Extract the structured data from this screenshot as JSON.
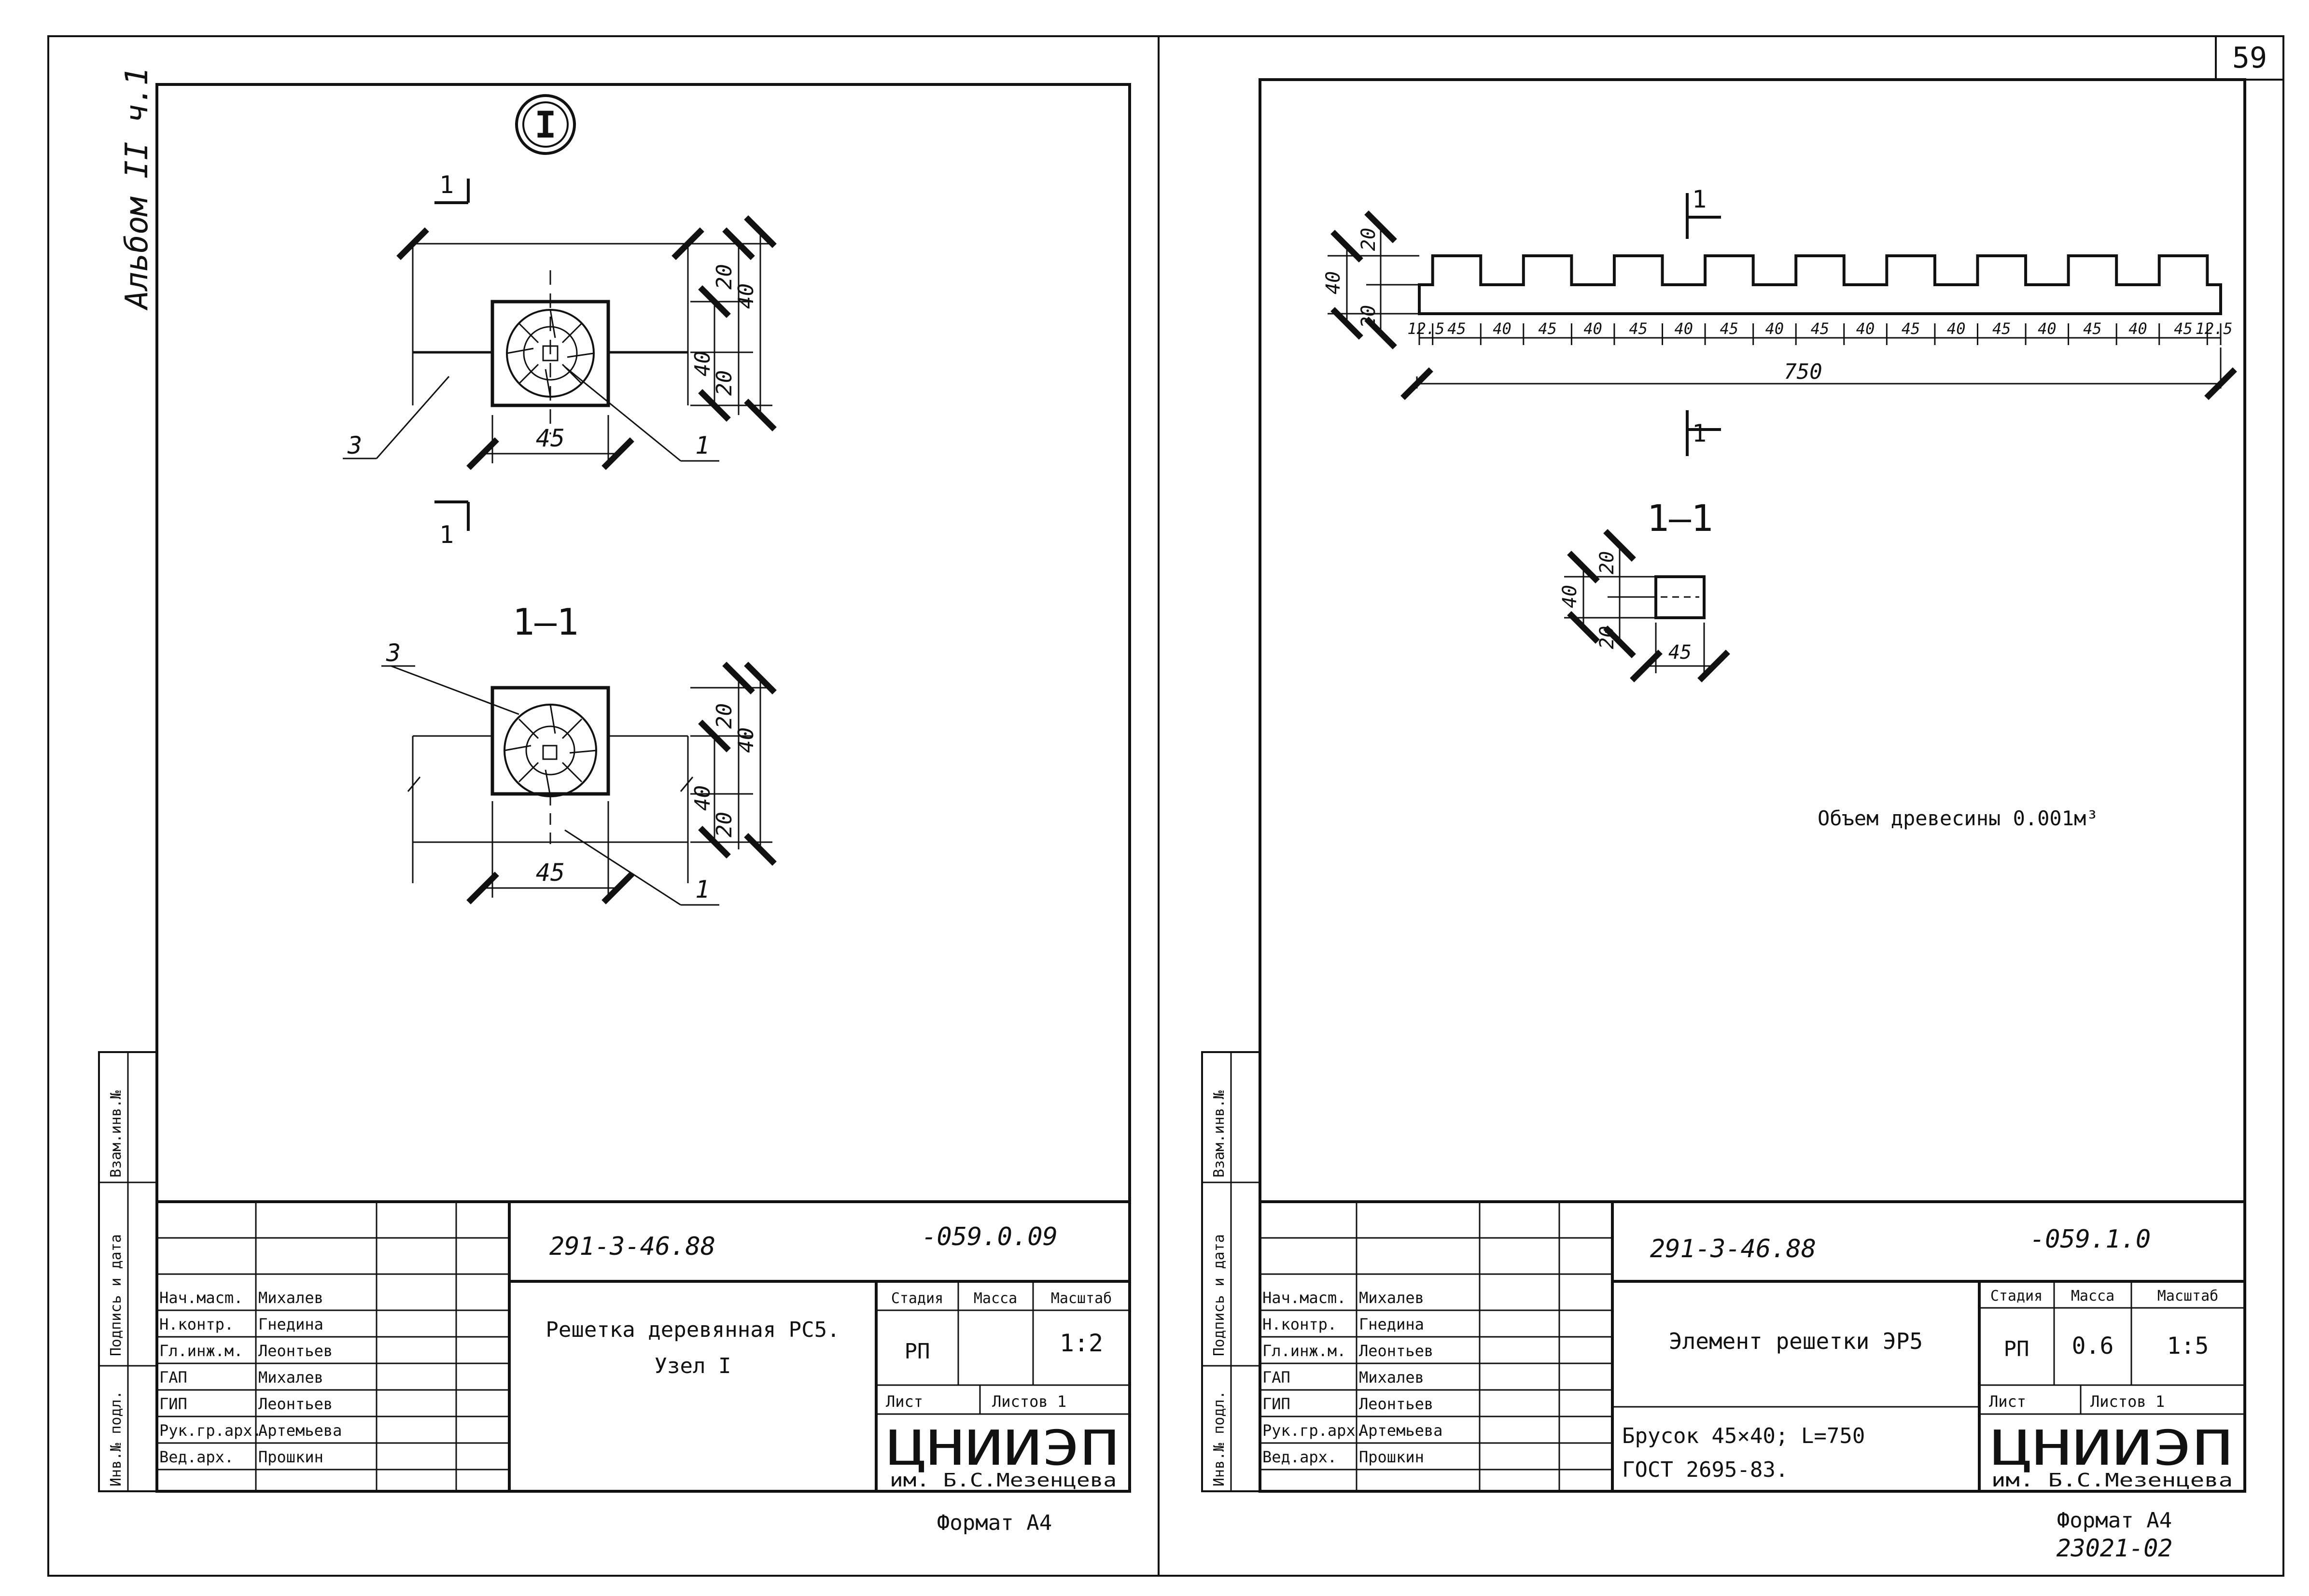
{
  "page_number": "59",
  "album_label": "Альбом II ч.1",
  "bottom_code": "23021-02",
  "side_stamp": {
    "col1": "Инв.№ подл.",
    "col2": "Подпись и дата",
    "col3": "Взам.инв.№"
  },
  "left_sheet": {
    "node_mark": "I",
    "section_label": "1—1",
    "cut_label": "1",
    "dims": {
      "w": "45",
      "h_top": "20",
      "h_total": "40",
      "h_mid": "40",
      "h_bot": "20"
    },
    "callouts": {
      "a": "3",
      "b": "1"
    },
    "title_block": {
      "code": "291-3-46.88",
      "sheet_code": "-059.0.09",
      "title_line1": "Решетка деревянная РС5.",
      "title_line2": "Узел I",
      "stage_label": "Стадия",
      "mass_label": "Масса",
      "scale_label": "Масштаб",
      "stage": "РП",
      "mass": "",
      "scale": "1:2",
      "sheet_label": "Лист",
      "sheets_label": "Листов 1",
      "org": "ЦНИИЭП",
      "org_sub": "им. Б.С.Мезенцева",
      "format": "Формат А4",
      "people": [
        {
          "role": "Нач.масm.",
          "name": "Михалев"
        },
        {
          "role": "Н.контр.",
          "name": "Гнедина"
        },
        {
          "role": "Гл.инж.м.",
          "name": "Леонтьев"
        },
        {
          "role": "ГАП",
          "name": "Михалев"
        },
        {
          "role": "ГИП",
          "name": "Леонтьев"
        },
        {
          "role": "Рук.гр.арх.",
          "name": "Артемьева"
        },
        {
          "role": "Вед.арх.",
          "name": "Прошкин"
        }
      ]
    }
  },
  "right_sheet": {
    "section_label": "1—1",
    "cut_label": "1",
    "height_dims": {
      "total": "40",
      "top": "20",
      "bot": "20"
    },
    "bottom_dims": [
      "12.5",
      "45",
      "40",
      "45",
      "40",
      "45",
      "40",
      "45",
      "40",
      "45",
      "40",
      "45",
      "40",
      "45",
      "40",
      "45",
      "40",
      "45",
      "12.5"
    ],
    "overall": "750",
    "small_section": {
      "h_total": "40",
      "h_top": "20",
      "h_bot": "20",
      "w": "45"
    },
    "volume_note": "Объем древесины 0.001м³",
    "title_block": {
      "code": "291-3-46.88",
      "sheet_code": "-059.1.0",
      "title": "Элемент решетки ЭР5",
      "note1": "Брусок 45×40; L=750",
      "note2": "ГОСТ 2695-83.",
      "stage_label": "Стадия",
      "mass_label": "Масса",
      "scale_label": "Масштаб",
      "stage": "РП",
      "mass": "0.6",
      "scale": "1:5",
      "sheet_label": "Лист",
      "sheets_label": "Листов 1",
      "org": "ЦНИИЭП",
      "org_sub": "им. Б.С.Мезенцева",
      "format": "Формат А4",
      "people": [
        {
          "role": "Нач.масm.",
          "name": "Михалев"
        },
        {
          "role": "Н.контр.",
          "name": "Гнедина"
        },
        {
          "role": "Гл.инж.м.",
          "name": "Леонтьев"
        },
        {
          "role": "ГАП",
          "name": "Михалев"
        },
        {
          "role": "ГИП",
          "name": "Леонтьев"
        },
        {
          "role": "Рук.гр.арх.",
          "name": "Артемьева"
        },
        {
          "role": "Вед.арх.",
          "name": "Прошкин"
        }
      ]
    }
  }
}
